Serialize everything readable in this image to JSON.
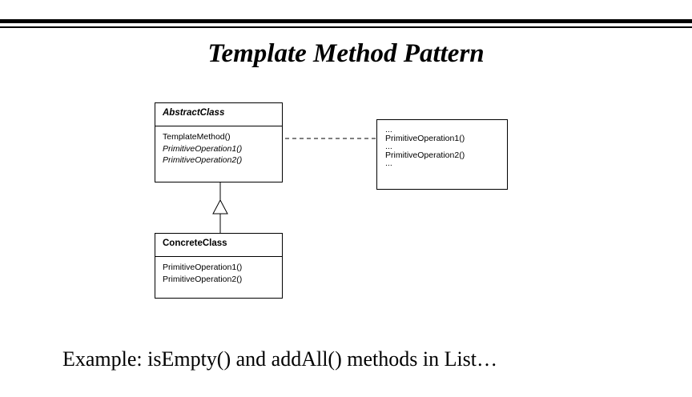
{
  "title": "Template Method Pattern",
  "abstract_class": {
    "name": "AbstractClass",
    "operations": [
      {
        "label": "TemplateMethod()",
        "abstract": false
      },
      {
        "label": "PrimitiveOperation1()",
        "abstract": true
      },
      {
        "label": "PrimitiveOperation2()",
        "abstract": true
      }
    ]
  },
  "concrete_class": {
    "name": "ConcreteClass",
    "operations": [
      {
        "label": "PrimitiveOperation1()"
      },
      {
        "label": "PrimitiveOperation2()"
      }
    ]
  },
  "note": {
    "lines": [
      "...",
      "PrimitiveOperation1()",
      "...",
      "PrimitiveOperation2()",
      "..."
    ]
  },
  "example_text": "Example: isEmpty() and addAll() methods in List…"
}
